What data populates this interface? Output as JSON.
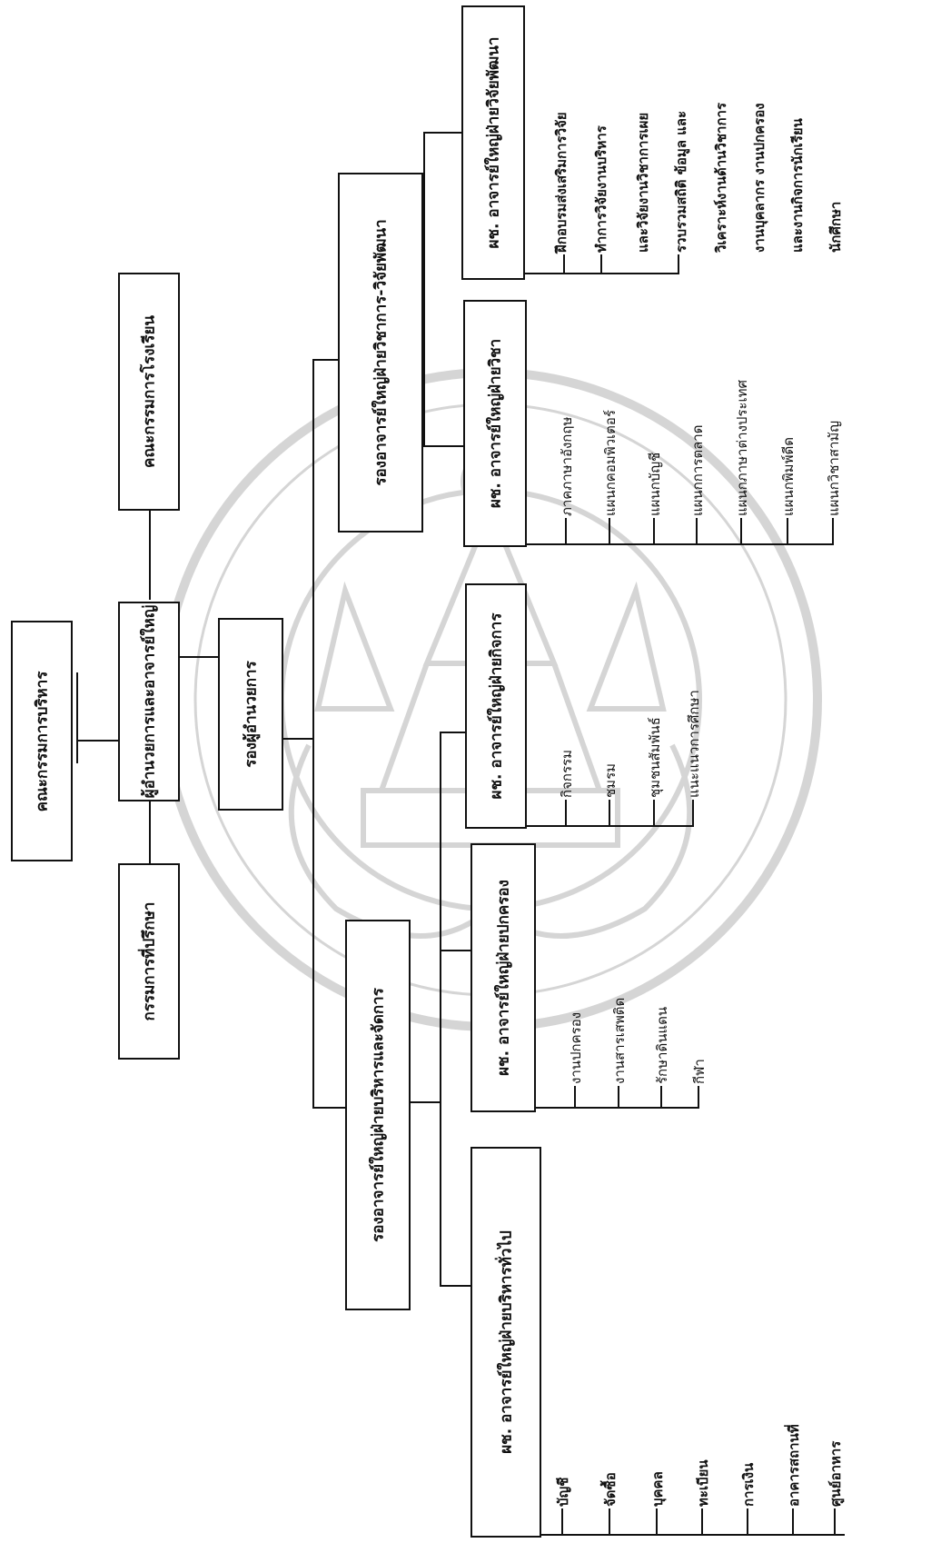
{
  "boxes": {
    "admin_committee": "คณะกรรมการบริหาร",
    "school_committee": "คณะกรรมการโรงเรียน",
    "advisory_committee": "กรรมการที่ปรึกษา",
    "director": "ผู้อำนวยการและอาจารย์ใหญ่",
    "deputy_director": "รองผู้อำนวยการ",
    "vice_academic": "รองอาจารย์ใหญ่ฝ่ายวิชาการ-วิจัยพัฒนา",
    "vice_admin": "รองอาจารย์ใหญ่ฝ่ายบริหารและจัดการ",
    "asst_research": "ผช. อาจารย์ใหญ่ฝ่ายวิจัยพัฒนา",
    "asst_academic": "ผช. อาจารย์ใหญ่ฝ่ายวิชา",
    "asst_activity": "ผช. อาจารย์ใหญ่ฝ่ายกิจการ",
    "asst_governance": "ผช. อาจารย์ใหญ่ฝ่ายปกครอง",
    "asst_general": "ผช. อาจารย์ใหญ่ฝ่ายบริหารทั่วไป"
  },
  "items": {
    "research": [
      "ฝึกอบรมส่งเสริมการวิจัย",
      "ทำการวิจัยงานบริหาร",
      "และวิจัยงานวิชาการเผย",
      "รวบรวมสถิติ  ข้อมูล  และ",
      "วิเคราะห์งานด้านวิชาการ",
      "งานบุคลากร  งานปกครอง",
      "และงานกิจการนักเรียน",
      "นักศึกษา"
    ],
    "academic": [
      "ภาคภาษาอังกฤษ",
      "แผนกคอมพิวเตอร์",
      "แผนกบัญชี",
      "แผนกการตลาด",
      "แผนกภาษาต่างประเทศ",
      "แผนกพิมพ์ดีด",
      "แผนกวิชาสามัญ"
    ],
    "activity": [
      "กิจกรรม",
      "ชมรม",
      "ชุมชนสัมพันธ์",
      "แนะแนวการศึกษา"
    ],
    "governance": [
      "งานปกครอง",
      "งานสารเสพติด",
      "รักษาดินแดน",
      "กีฬา"
    ],
    "general": [
      "บัญชี",
      "จัดซื้อ",
      "บุคคล",
      "ทะเบียน",
      "การเงิน",
      "อาคารสถานที่",
      "ศูนย์อาหาร"
    ]
  }
}
